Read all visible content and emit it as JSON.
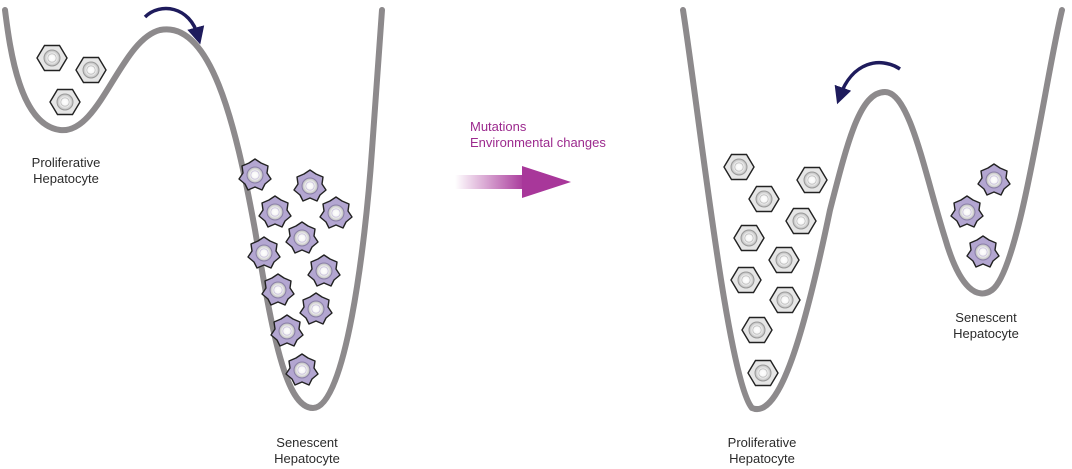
{
  "labels": {
    "left_proliferative": [
      "Proliferative",
      "Hepatocyte"
    ],
    "left_senescent": [
      "Senescent",
      "Hepatocyte"
    ],
    "right_proliferative": [
      "Proliferative",
      "Hepatocyte"
    ],
    "right_senescent": [
      "Senescent",
      "Hepatocyte"
    ]
  },
  "transition": {
    "lines": [
      "Mutations",
      "Environmental changes"
    ]
  },
  "colors": {
    "curve": "#8d8a8c",
    "proliferative_fill": "#e6e6e6",
    "senescent_fill": "#b3a6d1",
    "curved_arrow": "#1e1b5c",
    "transition_text": "#9c2a8e",
    "transition_arrow": "#a8379a"
  },
  "icons": {
    "proliferative_cell": "hexagon-cell-icon",
    "senescent_cell": "spiky-cell-icon",
    "curved_arrow": "curved-arrow-icon",
    "transition_arrow": "gradient-arrow-icon"
  }
}
